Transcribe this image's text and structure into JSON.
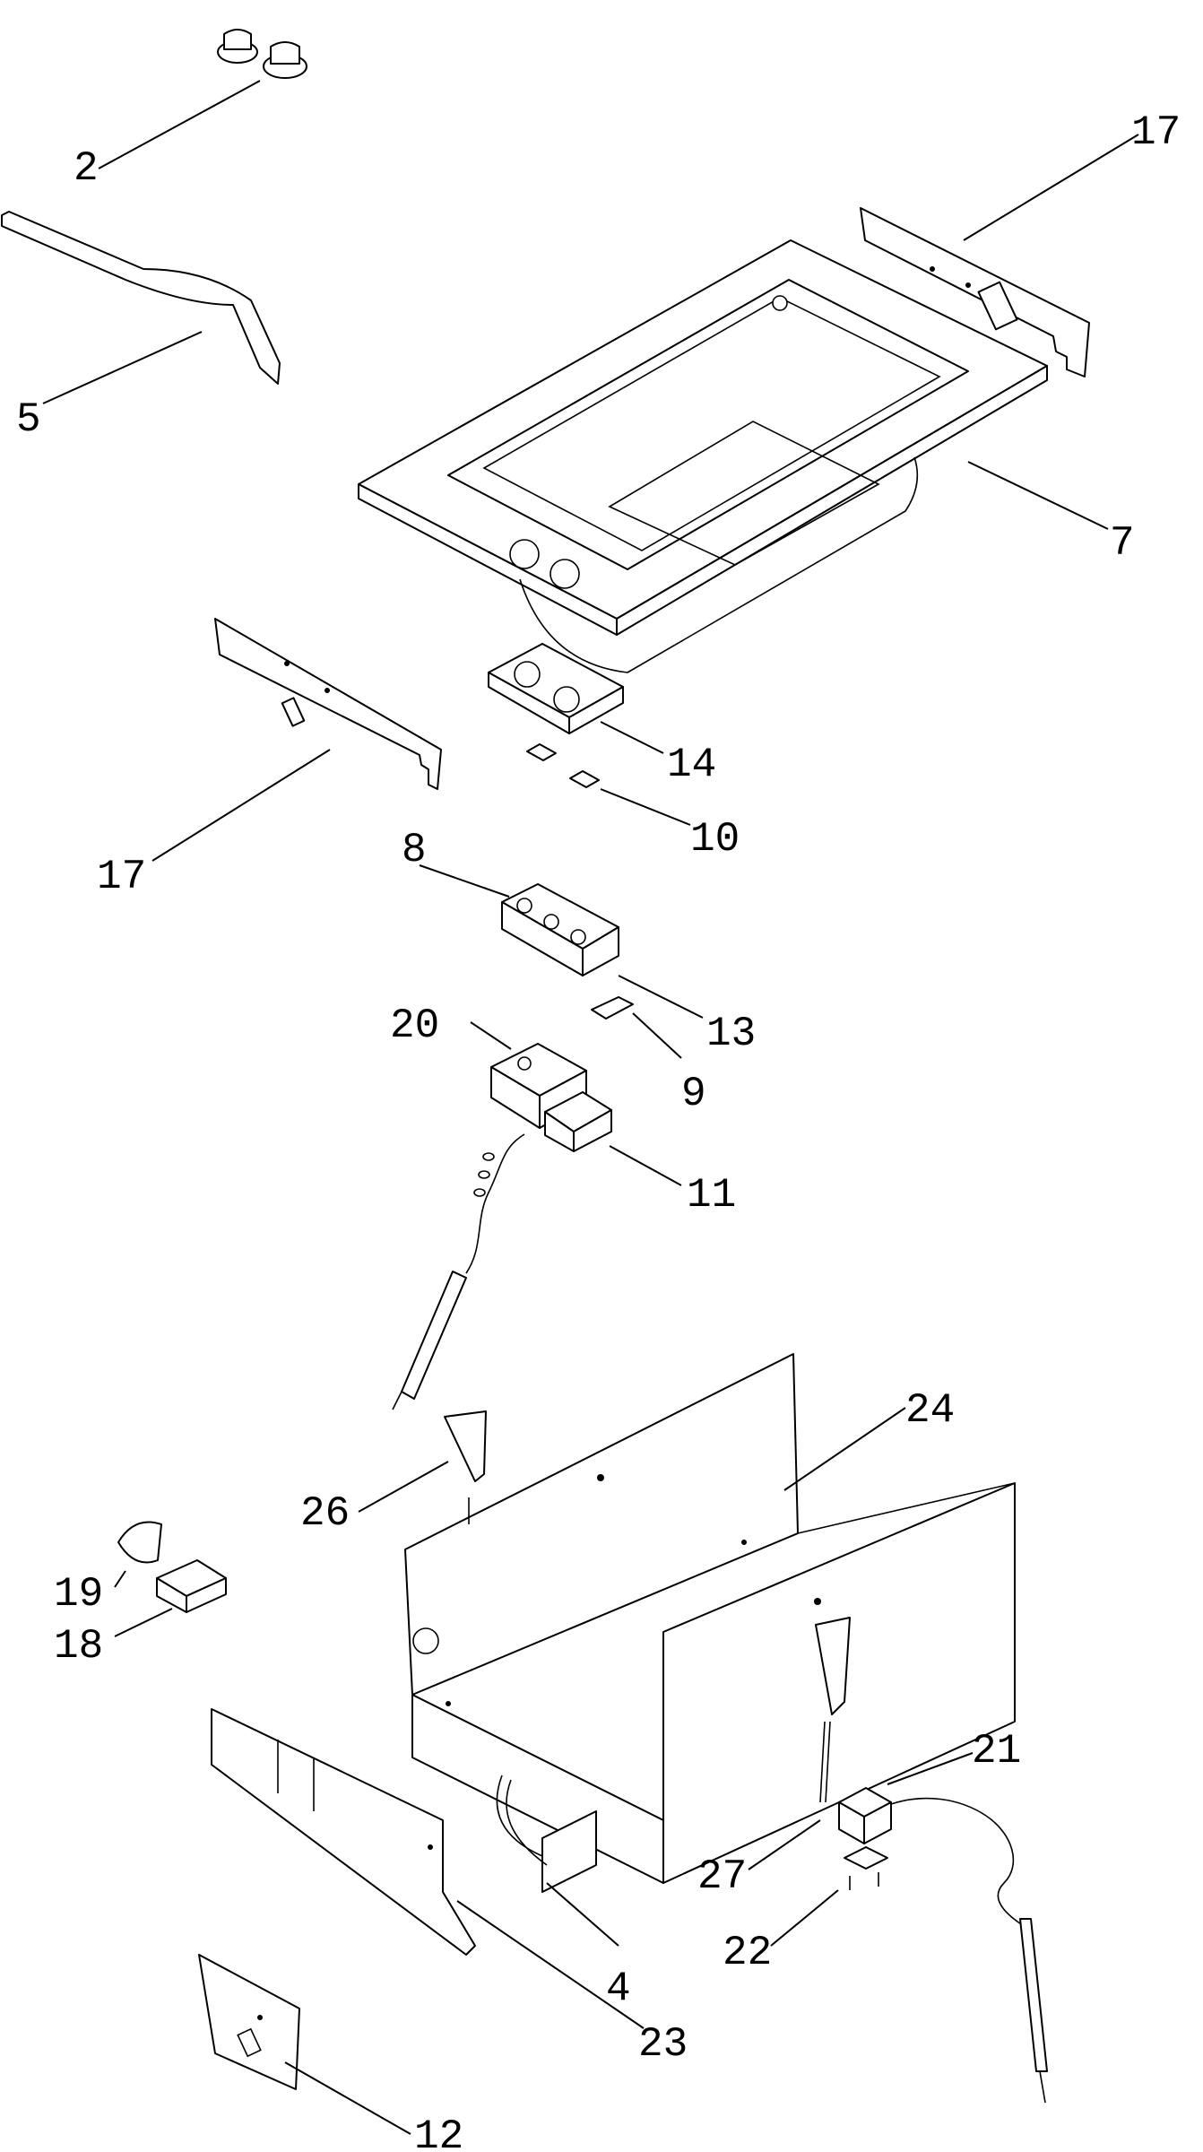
{
  "callouts": {
    "c2": "2",
    "c5": "5",
    "c17a": "17",
    "c7": "7",
    "c17b": "17",
    "c14": "14",
    "c10": "10",
    "c8": "8",
    "c13": "13",
    "c20": "20",
    "c9": "9",
    "c11": "11",
    "c24": "24",
    "c26": "26",
    "c19": "19",
    "c18": "18",
    "c21": "21",
    "c27": "27",
    "c4": "4",
    "c22": "22",
    "c23": "23",
    "c12": "12"
  }
}
